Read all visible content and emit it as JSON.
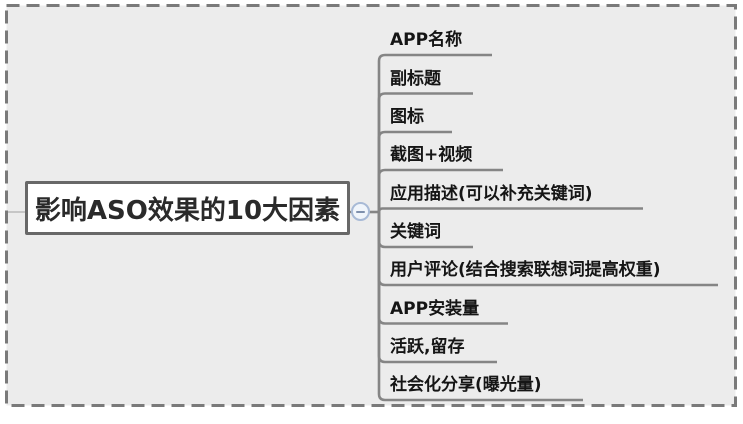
{
  "root": {
    "label": "影响ASO效果的10大因素"
  },
  "collapse_button": {
    "symbol": "-"
  },
  "branches": [
    {
      "label": "APP名称"
    },
    {
      "label": "副标题"
    },
    {
      "label": "图标"
    },
    {
      "label": "截图+视频"
    },
    {
      "label": "应用描述(可以补充关键词)"
    },
    {
      "label": "关键词"
    },
    {
      "label": "用户评论(结合搜索联想词提高权重)"
    },
    {
      "label": "APP安装量"
    },
    {
      "label": "活跃,留存"
    },
    {
      "label": "社会化分享(曝光量)"
    }
  ],
  "colors": {
    "canvas_bg": "#ececec",
    "frame_dash": "#7a7a7a",
    "line": "#858585",
    "faint_line": "#c6c6c6",
    "node_border": "#686868",
    "node_bg": "#ffffff",
    "text": "#151515",
    "collapse_border": "#a8bad6",
    "collapse_bg": "#f0f5fb",
    "collapse_glyph": "#7e90ad"
  }
}
